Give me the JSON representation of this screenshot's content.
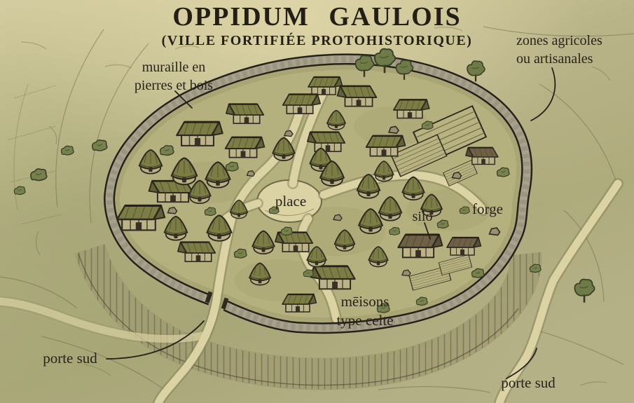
{
  "title": {
    "main": "OPPIDUM GAULOIS",
    "subtitle": "(VILLE FORTIFIÉE PROTOHISTORIQUE)"
  },
  "annotations": {
    "muraille": {
      "text": "muraille en\npierres et bois"
    },
    "zones": {
      "text": "zones agricoles\nou artisanales"
    },
    "place": {
      "text": "place"
    },
    "silo": {
      "text": "silo"
    },
    "forge": {
      "text": "forge"
    },
    "maisons": {
      "text": "mēisons\ntype celte"
    },
    "porte_sud_ouest": {
      "text": "porte sud"
    },
    "porte_sud_est": {
      "text": "porte sud"
    }
  },
  "palette": {
    "paper": "#d8cfa3",
    "terrain": "#aeab7d",
    "interior_ground": "#b5b17e",
    "path": "#dcd3a4",
    "wall_stone": "#a8a28d",
    "ink": "#28231a",
    "roof_green": "#7b7d44",
    "roof_brown": "#6f6146",
    "vegetation": "#76814b"
  }
}
